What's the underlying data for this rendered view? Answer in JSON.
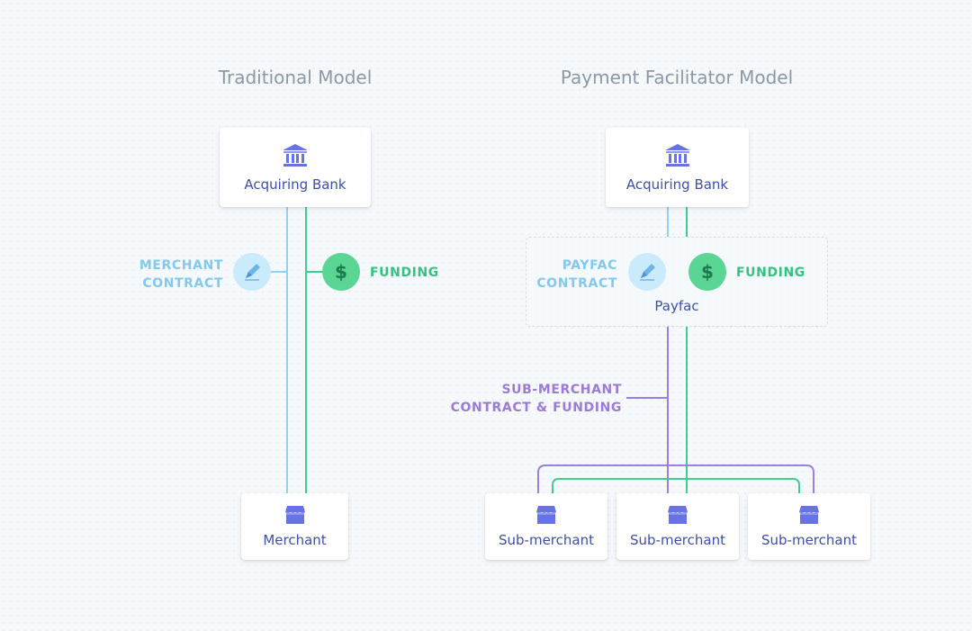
{
  "colors": {
    "contract_line": "#8fd3f4",
    "funding_line": "#3ecf8e",
    "submerchant_line": "#9c7fe0",
    "node_label": "#3d4eac",
    "icon": "#6772e5"
  },
  "traditional": {
    "heading": "Traditional Model",
    "bank_label": "Acquiring Bank",
    "merchant_label": "Merchant",
    "contract_caption": [
      "MERCHANT",
      "CONTRACT"
    ],
    "funding_caption": "FUNDING"
  },
  "payfac_model": {
    "heading": "Payment Facilitator Model",
    "bank_label": "Acquiring Bank",
    "payfac_label": "Payfac",
    "contract_caption": [
      "PAYFAC",
      "CONTRACT"
    ],
    "funding_caption": "FUNDING",
    "submerchant_caption": [
      "SUB-MERCHANT",
      "CONTRACT & FUNDING"
    ],
    "submerchants": [
      "Sub-merchant",
      "Sub-merchant",
      "Sub-merchant"
    ]
  },
  "icons": {
    "bank": "bank-icon",
    "store": "store-icon",
    "contract": "pen-icon",
    "funding": "dollar-icon"
  }
}
